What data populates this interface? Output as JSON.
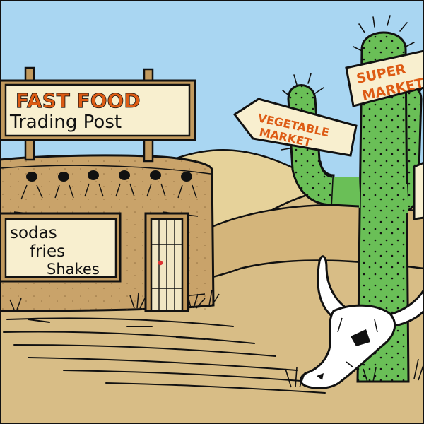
{
  "sign_main": {
    "line1": "FAST FOOD",
    "line2": "Trading Post"
  },
  "window_sign": {
    "line1": "sodas",
    "line2": "fries",
    "line3": "Shakes"
  },
  "arrow_vegetable": {
    "line1": "VEGETABLE",
    "line2": "MARKET"
  },
  "arrow_super": {
    "line1": "SUPER",
    "line2": "MARKET"
  },
  "colors": {
    "sky": "#a9d6f2",
    "sand": "#d8be88",
    "adobe": "#c9a36a",
    "cactus": "#6abf57",
    "sign_cream": "#f8efcf",
    "lettering_orange": "#dd5b14"
  }
}
